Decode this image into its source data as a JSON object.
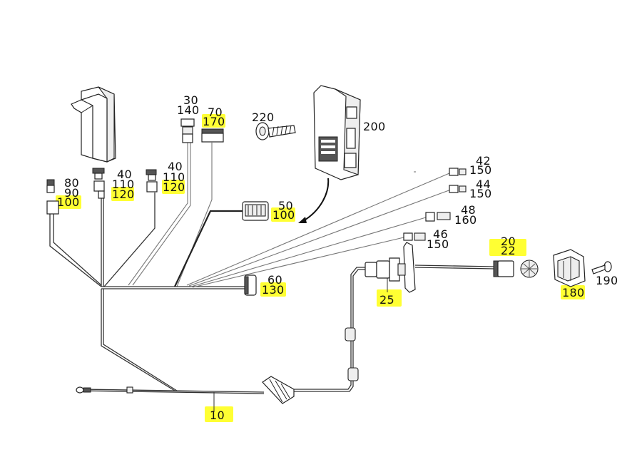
{
  "highlight_color": "#ffff33",
  "labels": {
    "c30": "30",
    "c140": "140",
    "c70": "70",
    "c170": "170",
    "c220": "220",
    "c200": "200",
    "l40a": "40",
    "l110a": "110",
    "l120a": "120",
    "l40b": "40",
    "l110b": "110",
    "l120b": "120",
    "l80": "80",
    "l90": "90",
    "l100a": "100",
    "l50": "50",
    "l100b": "100",
    "l60": "60",
    "l130": "130",
    "r42": "42",
    "r150a": "150",
    "r44": "44",
    "r150b": "150",
    "r48": "48",
    "r160": "160",
    "r46": "46",
    "r150c": "150",
    "r20": "20",
    "r22": "22",
    "r25": "25",
    "r180": "180",
    "r190": "190",
    "b10": "10"
  }
}
